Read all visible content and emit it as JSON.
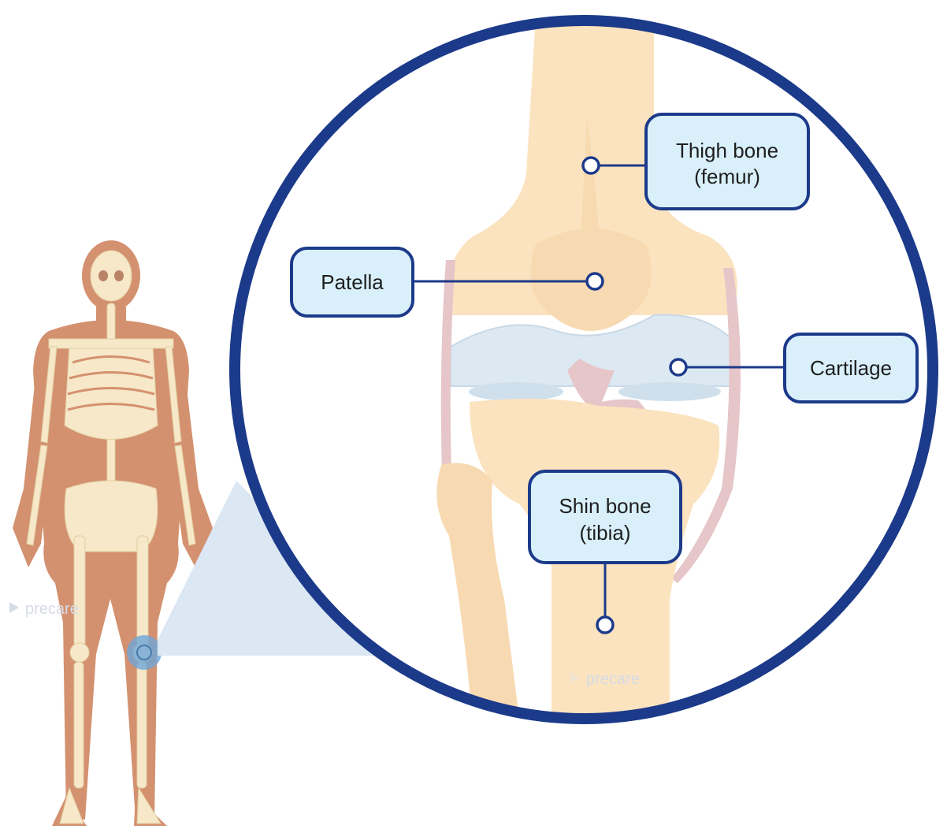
{
  "labels": {
    "thigh_bone_line1": "Thigh bone",
    "thigh_bone_line2": "(femur)",
    "patella": "Patella",
    "cartilage": "Cartilage",
    "shin_bone_line1": "Shin bone",
    "shin_bone_line2": "(tibia)"
  },
  "watermark": "precare",
  "colors": {
    "frame": "#1c3a8a",
    "label_fill": "#d9f0fb",
    "bone": "#fbe3bf",
    "skin": "#d4916f",
    "cartilage": "#dde9f2",
    "ligament": "#e6c6c8",
    "highlight": "#6ea6d8"
  }
}
